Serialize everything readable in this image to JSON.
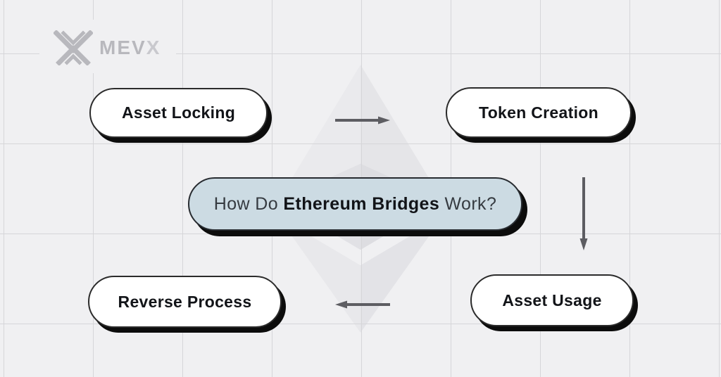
{
  "brand": {
    "name_main": "MEV",
    "name_accent": "X"
  },
  "title": {
    "prefix": "How Do ",
    "highlight": "Ethereum Bridges",
    "suffix": " Work?"
  },
  "nodes": [
    {
      "id": "asset-locking",
      "label": "Asset Locking"
    },
    {
      "id": "token-creation",
      "label": "Token Creation"
    },
    {
      "id": "asset-usage",
      "label": "Asset Usage"
    },
    {
      "id": "reverse-process",
      "label": "Reverse Process"
    }
  ],
  "arrows": [
    {
      "id": "flow-top",
      "direction": "right",
      "from": "asset-locking",
      "to": "token-creation"
    },
    {
      "id": "flow-right",
      "direction": "down",
      "from": "token-creation",
      "to": "asset-usage"
    },
    {
      "id": "flow-bottom",
      "direction": "left",
      "from": "asset-usage",
      "to": "reverse-process"
    }
  ],
  "icons": {
    "watermark": "ethereum-diamond-icon",
    "brand_mark": "mevx-chevron-icon"
  },
  "colors": {
    "background": "#f0f0f2",
    "grid_line": "#d6d6d9",
    "node_fill": "#ffffff",
    "node_border": "#2b2b2b",
    "node_shadow": "#0c0c0c",
    "title_fill": "#ccdbe3",
    "title_border": "#272b30",
    "text": "#121418",
    "arrow": "#5d5d62",
    "brand_gray": "#b8b8bd"
  }
}
